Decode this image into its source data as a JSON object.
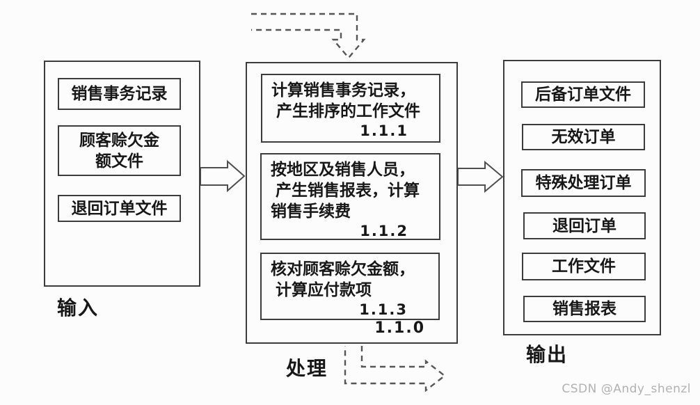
{
  "diagram": {
    "title_implicit": "数据流处理图",
    "input": {
      "label": "输入",
      "items": [
        {
          "line1": "销售事务记录",
          "line2": ""
        },
        {
          "line1": "顾客赊欠金",
          "line2": "额文件"
        },
        {
          "line1": "退回订单文件",
          "line2": ""
        }
      ]
    },
    "process": {
      "label": "处理",
      "id": "1.1.0",
      "steps": [
        {
          "line1": "计算销售事务记录，",
          "line2": "产生排序的工作文件",
          "line3": "",
          "id": "1.1.1"
        },
        {
          "line1": "按地区及销售人员，",
          "line2": "产生销售报表，计算",
          "line3": "销售手续费",
          "id": "1.1.2"
        },
        {
          "line1": "核对顾客赊欠金额，",
          "line2": "计算应付款项",
          "line3": "",
          "id": "1.1.3"
        }
      ]
    },
    "output": {
      "label": "输出",
      "items": [
        "后备订单文件",
        "无效订单",
        "特殊处理订单",
        "退回订单",
        "工作文件",
        "销售报表"
      ]
    },
    "icons": {
      "input_to_process": "hollow-right-arrow",
      "process_to_output": "hollow-right-arrow",
      "incoming_control_flow": "dashed-down-arrow",
      "outgoing_control_flow": "dashed-right-arrow"
    },
    "colors": {
      "line": "#3c3c3c",
      "arrow_outline": "#4f4f4f",
      "dashed_line": "#565656",
      "text": "#171717",
      "background": "#fcfcfc",
      "watermark": "#b2b2b2"
    }
  },
  "watermark": "CSDN @Andy_shenzl"
}
